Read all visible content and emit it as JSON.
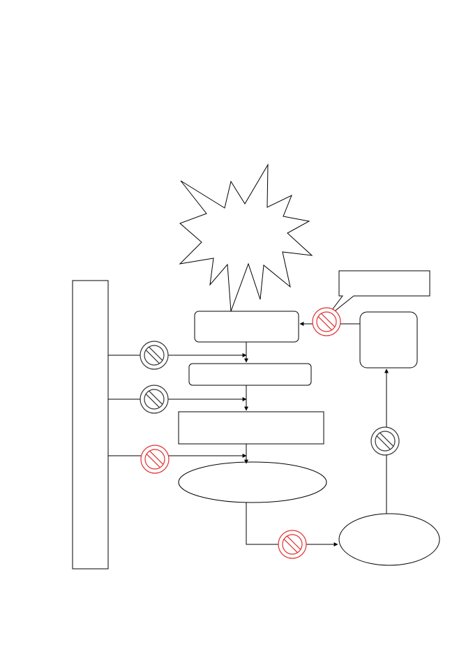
{
  "diagram": {
    "line_color": "#000000",
    "fill_color": "#ffffff",
    "no_symbol_colors": {
      "black": "#333333",
      "red": "#e03030"
    },
    "shapes": [
      {
        "id": "explosion-burst",
        "kind": "starburst",
        "label": ""
      },
      {
        "id": "left-tall-bar",
        "kind": "rectangle",
        "label": ""
      },
      {
        "id": "top-process-box",
        "kind": "rounded-rectangle",
        "label": ""
      },
      {
        "id": "second-process-box",
        "kind": "rounded-rectangle",
        "label": ""
      },
      {
        "id": "third-process-box",
        "kind": "rectangle",
        "label": ""
      },
      {
        "id": "center-ellipse",
        "kind": "ellipse",
        "label": ""
      },
      {
        "id": "bottom-right-ellipse",
        "kind": "ellipse",
        "label": ""
      },
      {
        "id": "right-rounded-box",
        "kind": "rounded-rectangle",
        "label": ""
      },
      {
        "id": "callout-box",
        "kind": "callout",
        "label": ""
      }
    ],
    "prohibition_symbols": [
      {
        "id": "no-symbol-1",
        "color": "black"
      },
      {
        "id": "no-symbol-2",
        "color": "black"
      },
      {
        "id": "no-symbol-3",
        "color": "red"
      },
      {
        "id": "no-symbol-4",
        "color": "red"
      },
      {
        "id": "no-symbol-5",
        "color": "red"
      },
      {
        "id": "no-symbol-6",
        "color": "black"
      }
    ],
    "icons": [
      "prohibition-icon",
      "arrow-icon"
    ]
  }
}
